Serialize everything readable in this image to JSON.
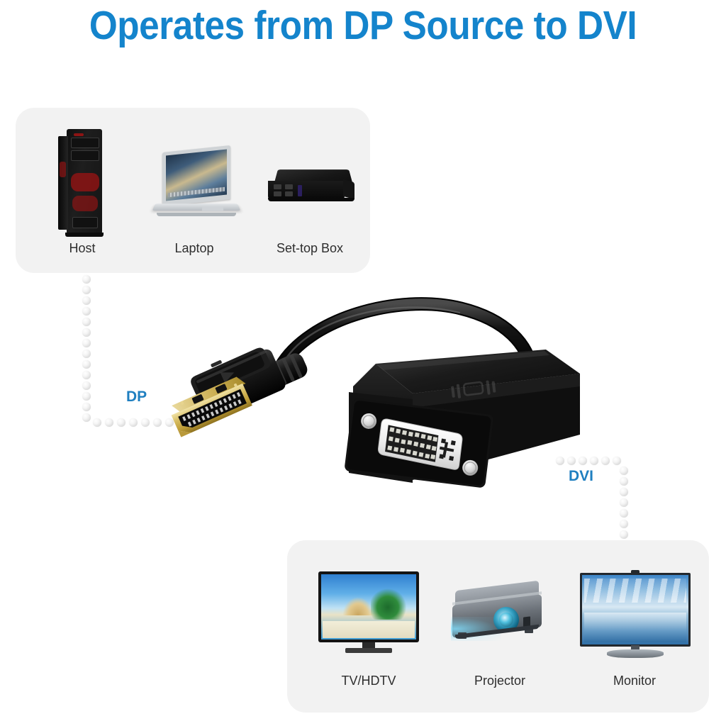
{
  "title": "Operates from DP Source to DVI",
  "accent_blue": "#1484cc",
  "connector_label_blue": "#1f7fc0",
  "panel_background": "#f2f2f2",
  "page_background": "#ffffff",
  "sources_panel": {
    "name": "DP source devices",
    "devices": [
      {
        "label": "Host",
        "icon": "pc-tower-icon"
      },
      {
        "label": "Laptop",
        "icon": "laptop-icon"
      },
      {
        "label": "Set-top Box",
        "icon": "set-top-box-icon"
      }
    ]
  },
  "displays_panel": {
    "name": "DVI display devices",
    "devices": [
      {
        "label": "TV/HDTV",
        "icon": "tv-icon"
      },
      {
        "label": "Projector",
        "icon": "projector-icon"
      },
      {
        "label": "Monitor",
        "icon": "monitor-icon"
      }
    ]
  },
  "connectors": {
    "input_label": "DP",
    "output_label": "DVI"
  },
  "adapter": {
    "name": "DisplayPort to DVI adapter",
    "input_port": "DisplayPort male",
    "output_port": "DVI female",
    "body_color": "#141414",
    "contact_color": "#c9a227"
  }
}
